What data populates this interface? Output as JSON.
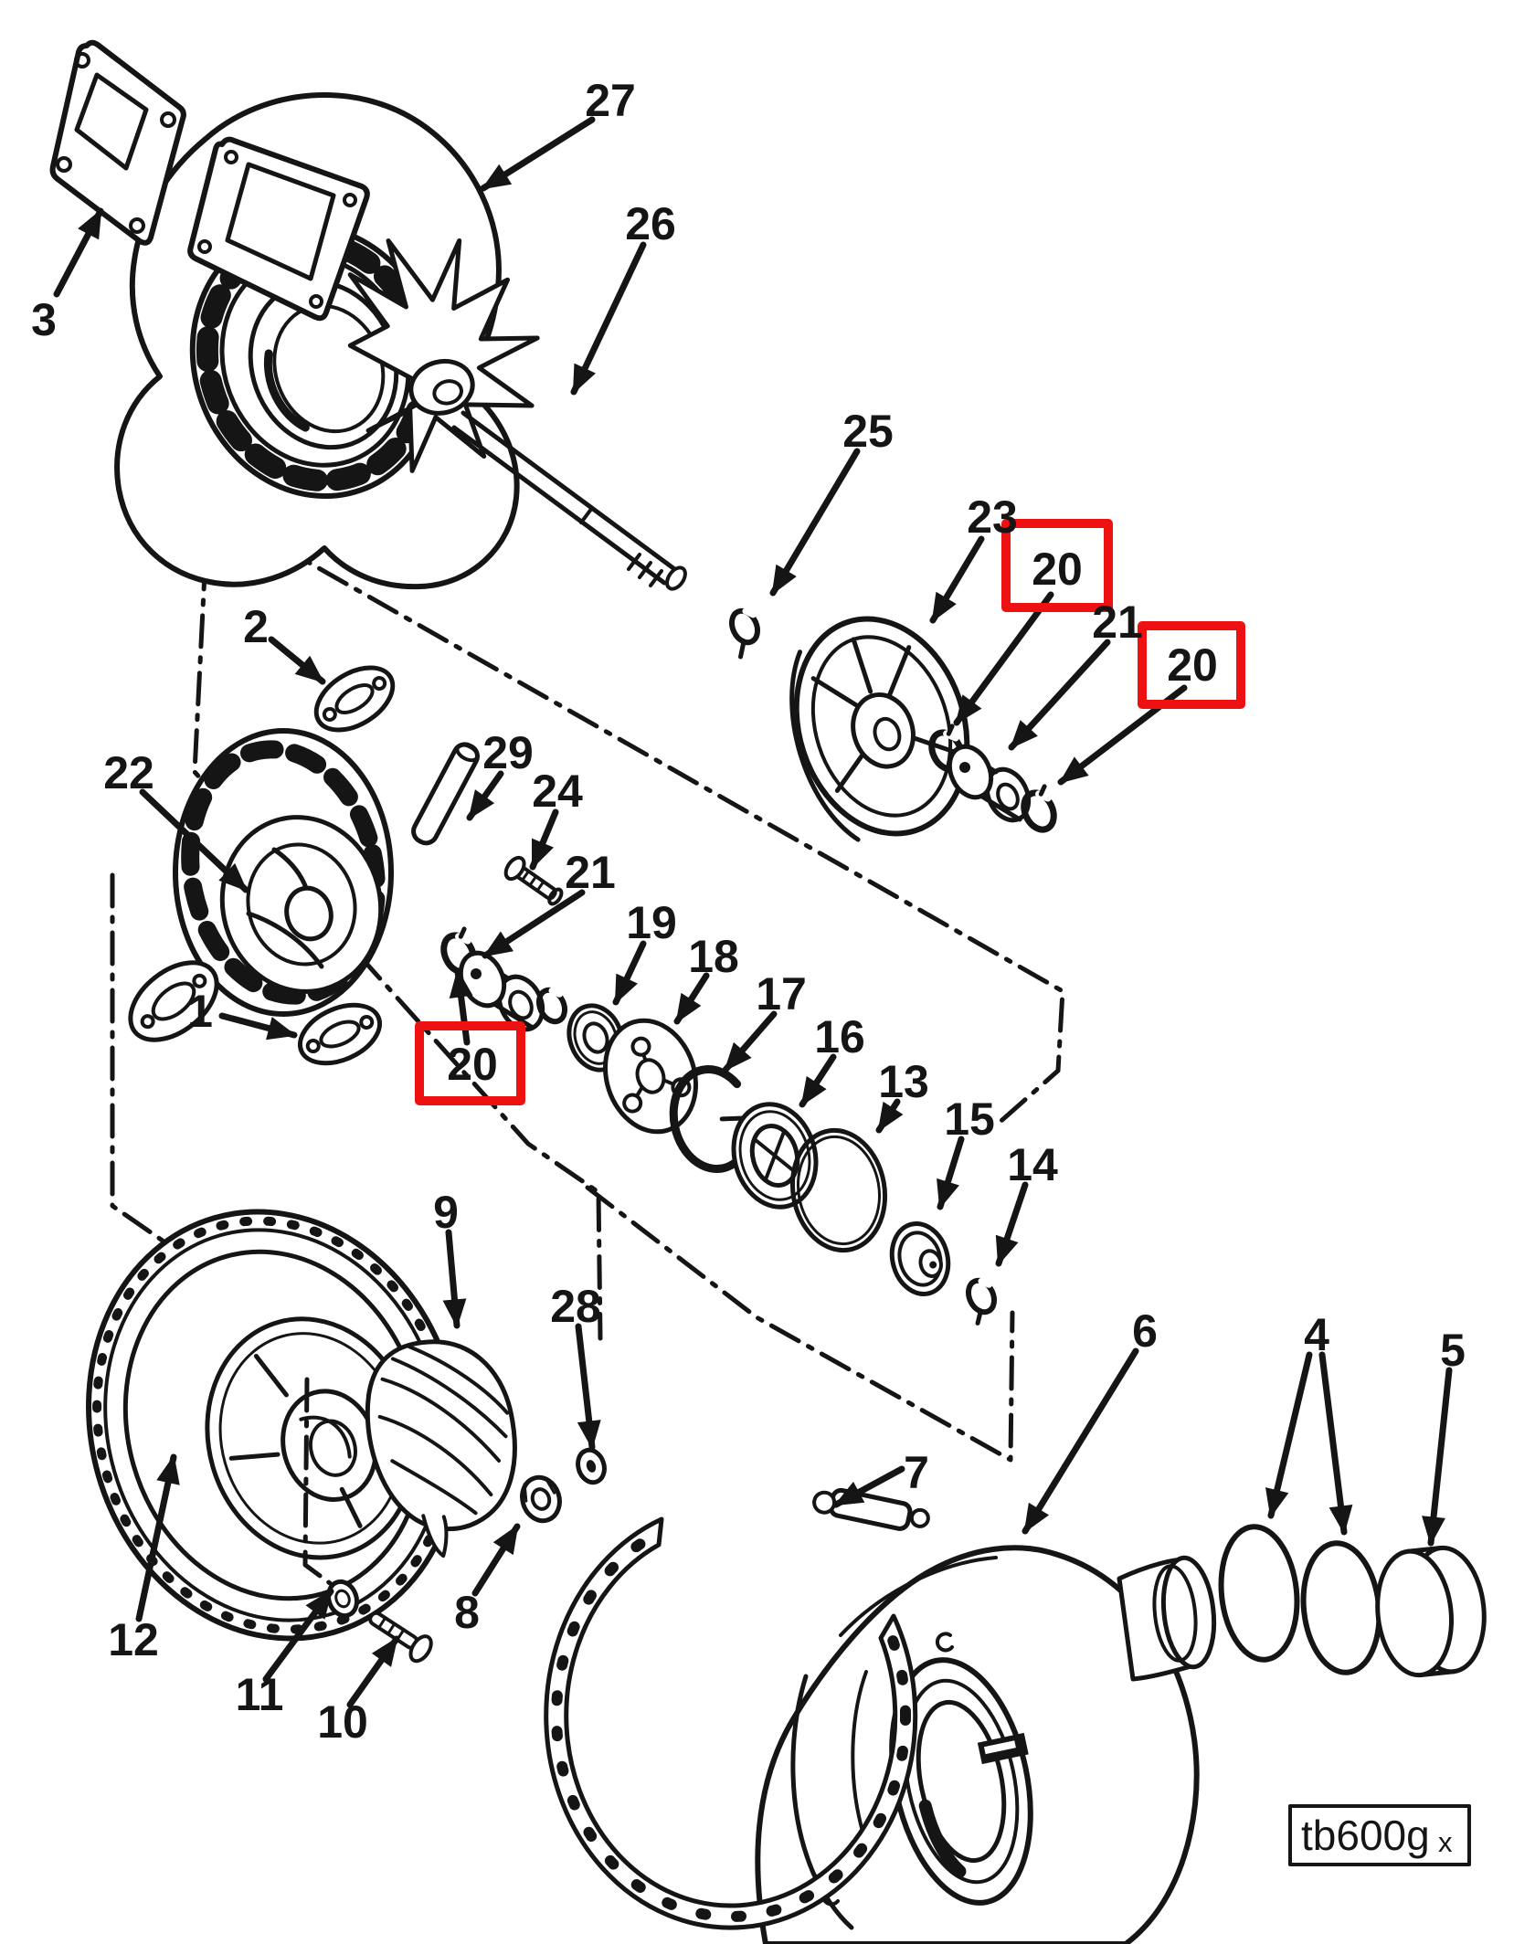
{
  "colors": {
    "ink": "#151515",
    "highlight": "#ee1111",
    "paper": "#ffffff"
  },
  "stamp": {
    "text": "tb600g",
    "suffix": "x"
  },
  "callouts": [
    {
      "text": "3",
      "highlighted": false
    },
    {
      "text": "27",
      "highlighted": false
    },
    {
      "text": "26",
      "highlighted": false
    },
    {
      "text": "25",
      "highlighted": false
    },
    {
      "text": "23",
      "highlighted": false
    },
    {
      "text": "20",
      "highlighted": true
    },
    {
      "text": "21",
      "highlighted": false
    },
    {
      "text": "20",
      "highlighted": true
    },
    {
      "text": "2",
      "highlighted": false
    },
    {
      "text": "22",
      "highlighted": false
    },
    {
      "text": "29",
      "highlighted": false
    },
    {
      "text": "24",
      "highlighted": false
    },
    {
      "text": "21",
      "highlighted": false
    },
    {
      "text": "19",
      "highlighted": false
    },
    {
      "text": "18",
      "highlighted": false
    },
    {
      "text": "17",
      "highlighted": false
    },
    {
      "text": "16",
      "highlighted": false
    },
    {
      "text": "13",
      "highlighted": false
    },
    {
      "text": "15",
      "highlighted": false
    },
    {
      "text": "14",
      "highlighted": false
    },
    {
      "text": "1",
      "highlighted": false
    },
    {
      "text": "20",
      "highlighted": true
    },
    {
      "text": "12",
      "highlighted": false
    },
    {
      "text": "11",
      "highlighted": false
    },
    {
      "text": "10",
      "highlighted": false
    },
    {
      "text": "9",
      "highlighted": false
    },
    {
      "text": "28",
      "highlighted": false
    },
    {
      "text": "8",
      "highlighted": false
    },
    {
      "text": "7",
      "highlighted": false
    },
    {
      "text": "6",
      "highlighted": false
    },
    {
      "text": "4",
      "highlighted": false
    },
    {
      "text": "5",
      "highlighted": false
    }
  ]
}
